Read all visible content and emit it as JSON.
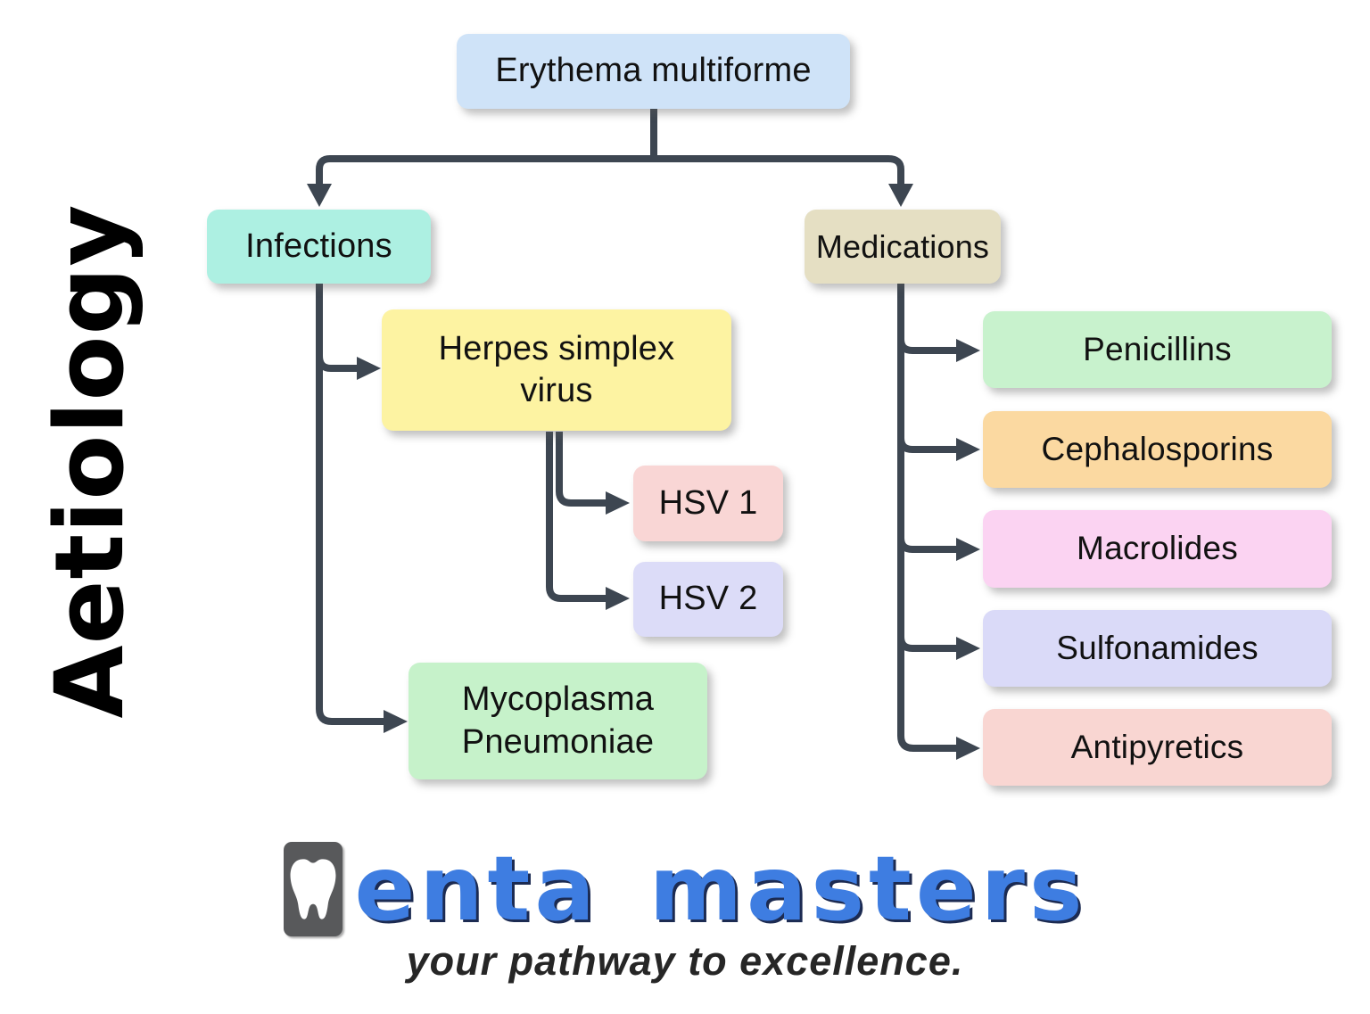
{
  "section_title": "Aetiology",
  "theme": {
    "connector_color": "#3d4651",
    "node_text_color": "#111111",
    "brand_blue": "#3e7de1",
    "brand_outline": "#1c2b52"
  },
  "nodes": {
    "erythema": {
      "label": "Erythema multiforme",
      "color": "#cfe3f8"
    },
    "infections": {
      "label": "Infections",
      "color": "#adf0e2"
    },
    "herpes": {
      "label": "Herpes simplex virus",
      "color": "#fdf3a2"
    },
    "hsv1": {
      "label": "HSV 1",
      "color": "#f9d6d5"
    },
    "hsv2": {
      "label": "HSV 2",
      "color": "#dcdcf8"
    },
    "mycoplasma": {
      "label": "Mycoplasma Pneumoniae",
      "color": "#c6f2ca"
    },
    "medications": {
      "label": "Medications",
      "color": "#e5dfc3"
    },
    "penicillins": {
      "label": "Penicillins",
      "color": "#c8f2cd"
    },
    "cephalosporins": {
      "label": "Cephalosporins",
      "color": "#fbd9a1"
    },
    "macrolides": {
      "label": "Macrolides",
      "color": "#fbd3f2"
    },
    "sulfonamides": {
      "label": "Sulfonamides",
      "color": "#dadaf8"
    },
    "antipyretics": {
      "label": "Antipyretics",
      "color": "#f9d6d2"
    }
  },
  "logo": {
    "full_name": "denta masters",
    "word1_rest": "enta",
    "word2": "masters",
    "tagline": "your pathway to excellence."
  }
}
